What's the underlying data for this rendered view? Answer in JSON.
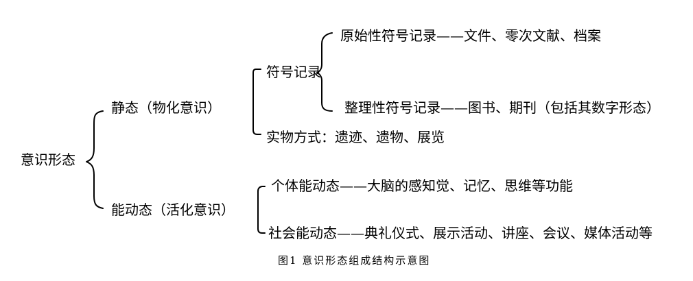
{
  "diagram": {
    "root": "意识形态",
    "static": {
      "label": "静态（物化意识）",
      "symbol_record": {
        "label": "符号记录",
        "original": "原始性符号记录——文件、零次文献、档案",
        "arranged": "整理性符号记录——图书、期刊（包括其数字形态）"
      },
      "physical": "实物方式：遗迹、遗物、展览"
    },
    "dynamic": {
      "label": "能动态（活化意识）",
      "individual": "个体能动态——大脑的感知觉、记忆、思维等功能",
      "social": "社会能动态——典礼仪式、展示活动、讲座、会议、媒体活动等"
    },
    "caption": "图1  意识形态组成结构示意图"
  }
}
